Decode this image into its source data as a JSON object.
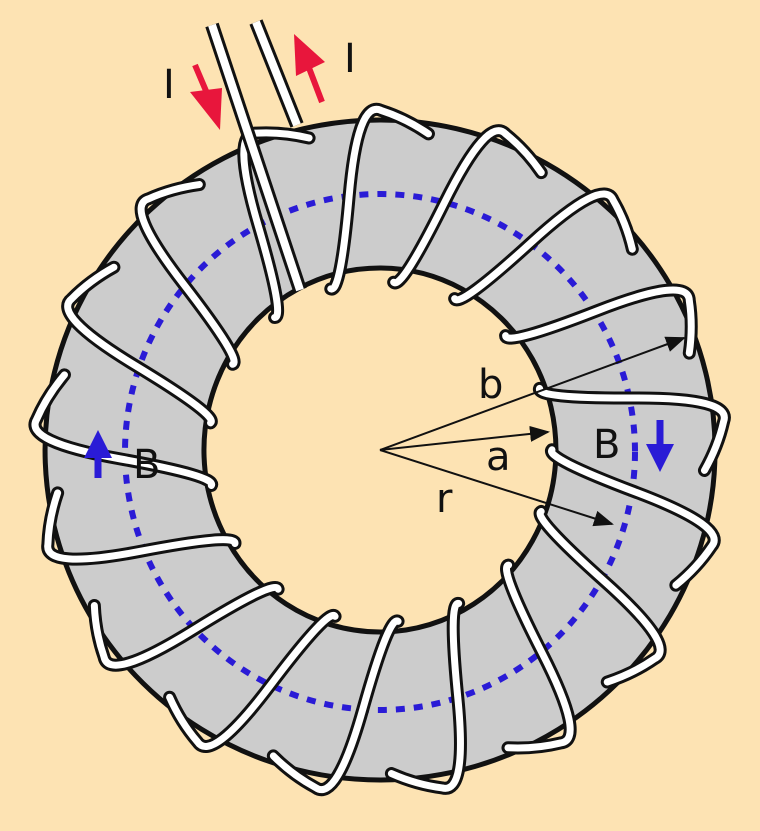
{
  "labels": {
    "current_in": "I",
    "current_out": "I",
    "field_left": "B",
    "field_right": "B",
    "radius_b": "b",
    "radius_a": "a",
    "radius_r": "r"
  },
  "colors": {
    "background": "#fde3b3",
    "core": "#cccccc",
    "field_line": "#2a1bd6",
    "current_arrow": "#e8163c",
    "wire": "#ffffff"
  },
  "winding_turns": 17
}
